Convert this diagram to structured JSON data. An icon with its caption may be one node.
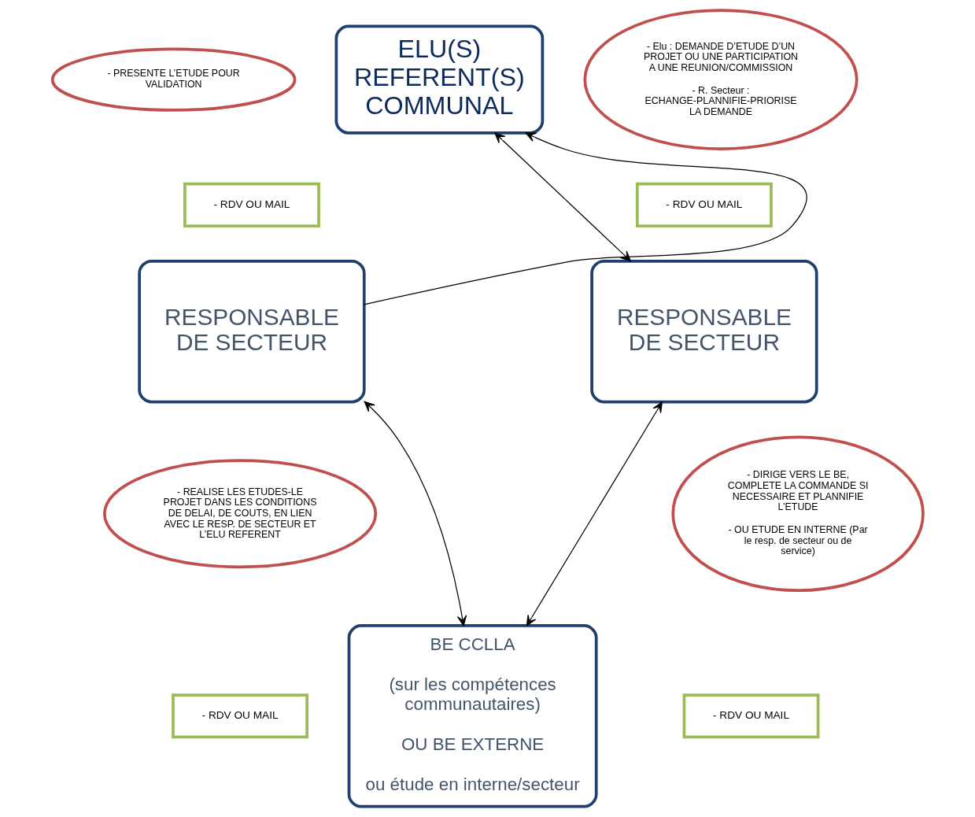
{
  "diagram": {
    "nodes": [
      {
        "text": [
          "- PRESENTE L’ETUDE POUR VALIDATION"
        ]
      },
      {
        "text": [
          "ELU(S) REFERENT(S) COMMUNAL"
        ]
      },
      {
        "text": [
          "- Elu : DEMANDE D’ETUDE D’UN PROJET OU UNE PARTICIPATION A UNE REUNION/COMMISSION",
          "- R. Secteur : ECHANGE-PLANNIFIE-PRIORISE LA DEMANDE"
        ]
      },
      {
        "text": [
          "- RDV OU MAIL"
        ]
      },
      {
        "text": [
          "- RDV OU MAIL"
        ]
      },
      {
        "text": [
          "RESPONSABLE DE SECTEUR"
        ]
      },
      {
        "text": [
          "RESPONSABLE DE SECTEUR"
        ]
      },
      {
        "text": [
          "- REALISE LES ETUDES-LE PROJET DANS LES CONDITIONS DE DELAI, DE COUTS, EN LIEN AVEC LE RESP. DE SECTEUR ET L’ELU REFERENT"
        ]
      },
      {
        "text": [
          "- DIRIGE VERS LE BE, COMPLETE LA COMMANDE SI NECESSAIRE ET PLANNIFIE L’ETUDE",
          "- OU ETUDE EN INTERNE (Par le resp. de secteur ou de service)"
        ]
      },
      {
        "text": [
          "BE CCLLA",
          "(sur les compétences communautaires)",
          "OU BE EXTERNE",
          "ou étude en interne/secteur"
        ]
      },
      {
        "text": [
          "- RDV OU MAIL"
        ]
      },
      {
        "text": [
          "- RDV OU MAIL"
        ]
      }
    ],
    "edges": [
      {
        "from": 5,
        "to": 1,
        "arrow": "to"
      },
      {
        "from": 1,
        "to": 6,
        "arrow": "both"
      },
      {
        "from": 6,
        "to": 9,
        "arrow": "both"
      },
      {
        "from": 9,
        "to": 5,
        "arrow": "both"
      }
    ]
  }
}
